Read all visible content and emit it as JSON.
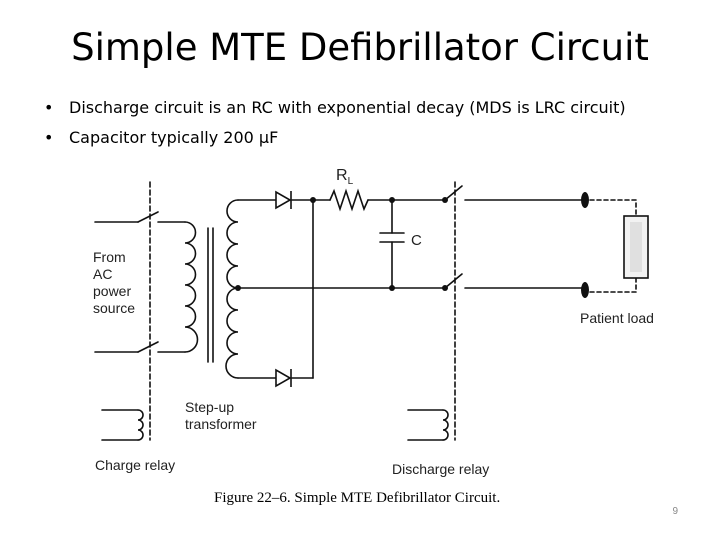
{
  "slide": {
    "title": "Simple MTE Defibrillator Circuit",
    "bullets": [
      "Discharge circuit is an RC with exponential decay (MDS is LRC circuit)",
      "Capacitor typically 200 µF"
    ],
    "page_number": "9"
  },
  "figure": {
    "labels": {
      "from_ac_line1": "From",
      "from_ac_line2": "AC",
      "from_ac_line3": "power",
      "from_ac_line4": "source",
      "step_up_line1": "Step-up",
      "step_up_line2": "transformer",
      "charge_relay": "Charge relay",
      "discharge_relay": "Discharge relay",
      "patient_load": "Patient load",
      "resistor_r": "R",
      "resistor_sub": "L",
      "capacitor": "C"
    },
    "caption": "Figure 22–6. Simple MTE Defibrillator Circuit."
  }
}
